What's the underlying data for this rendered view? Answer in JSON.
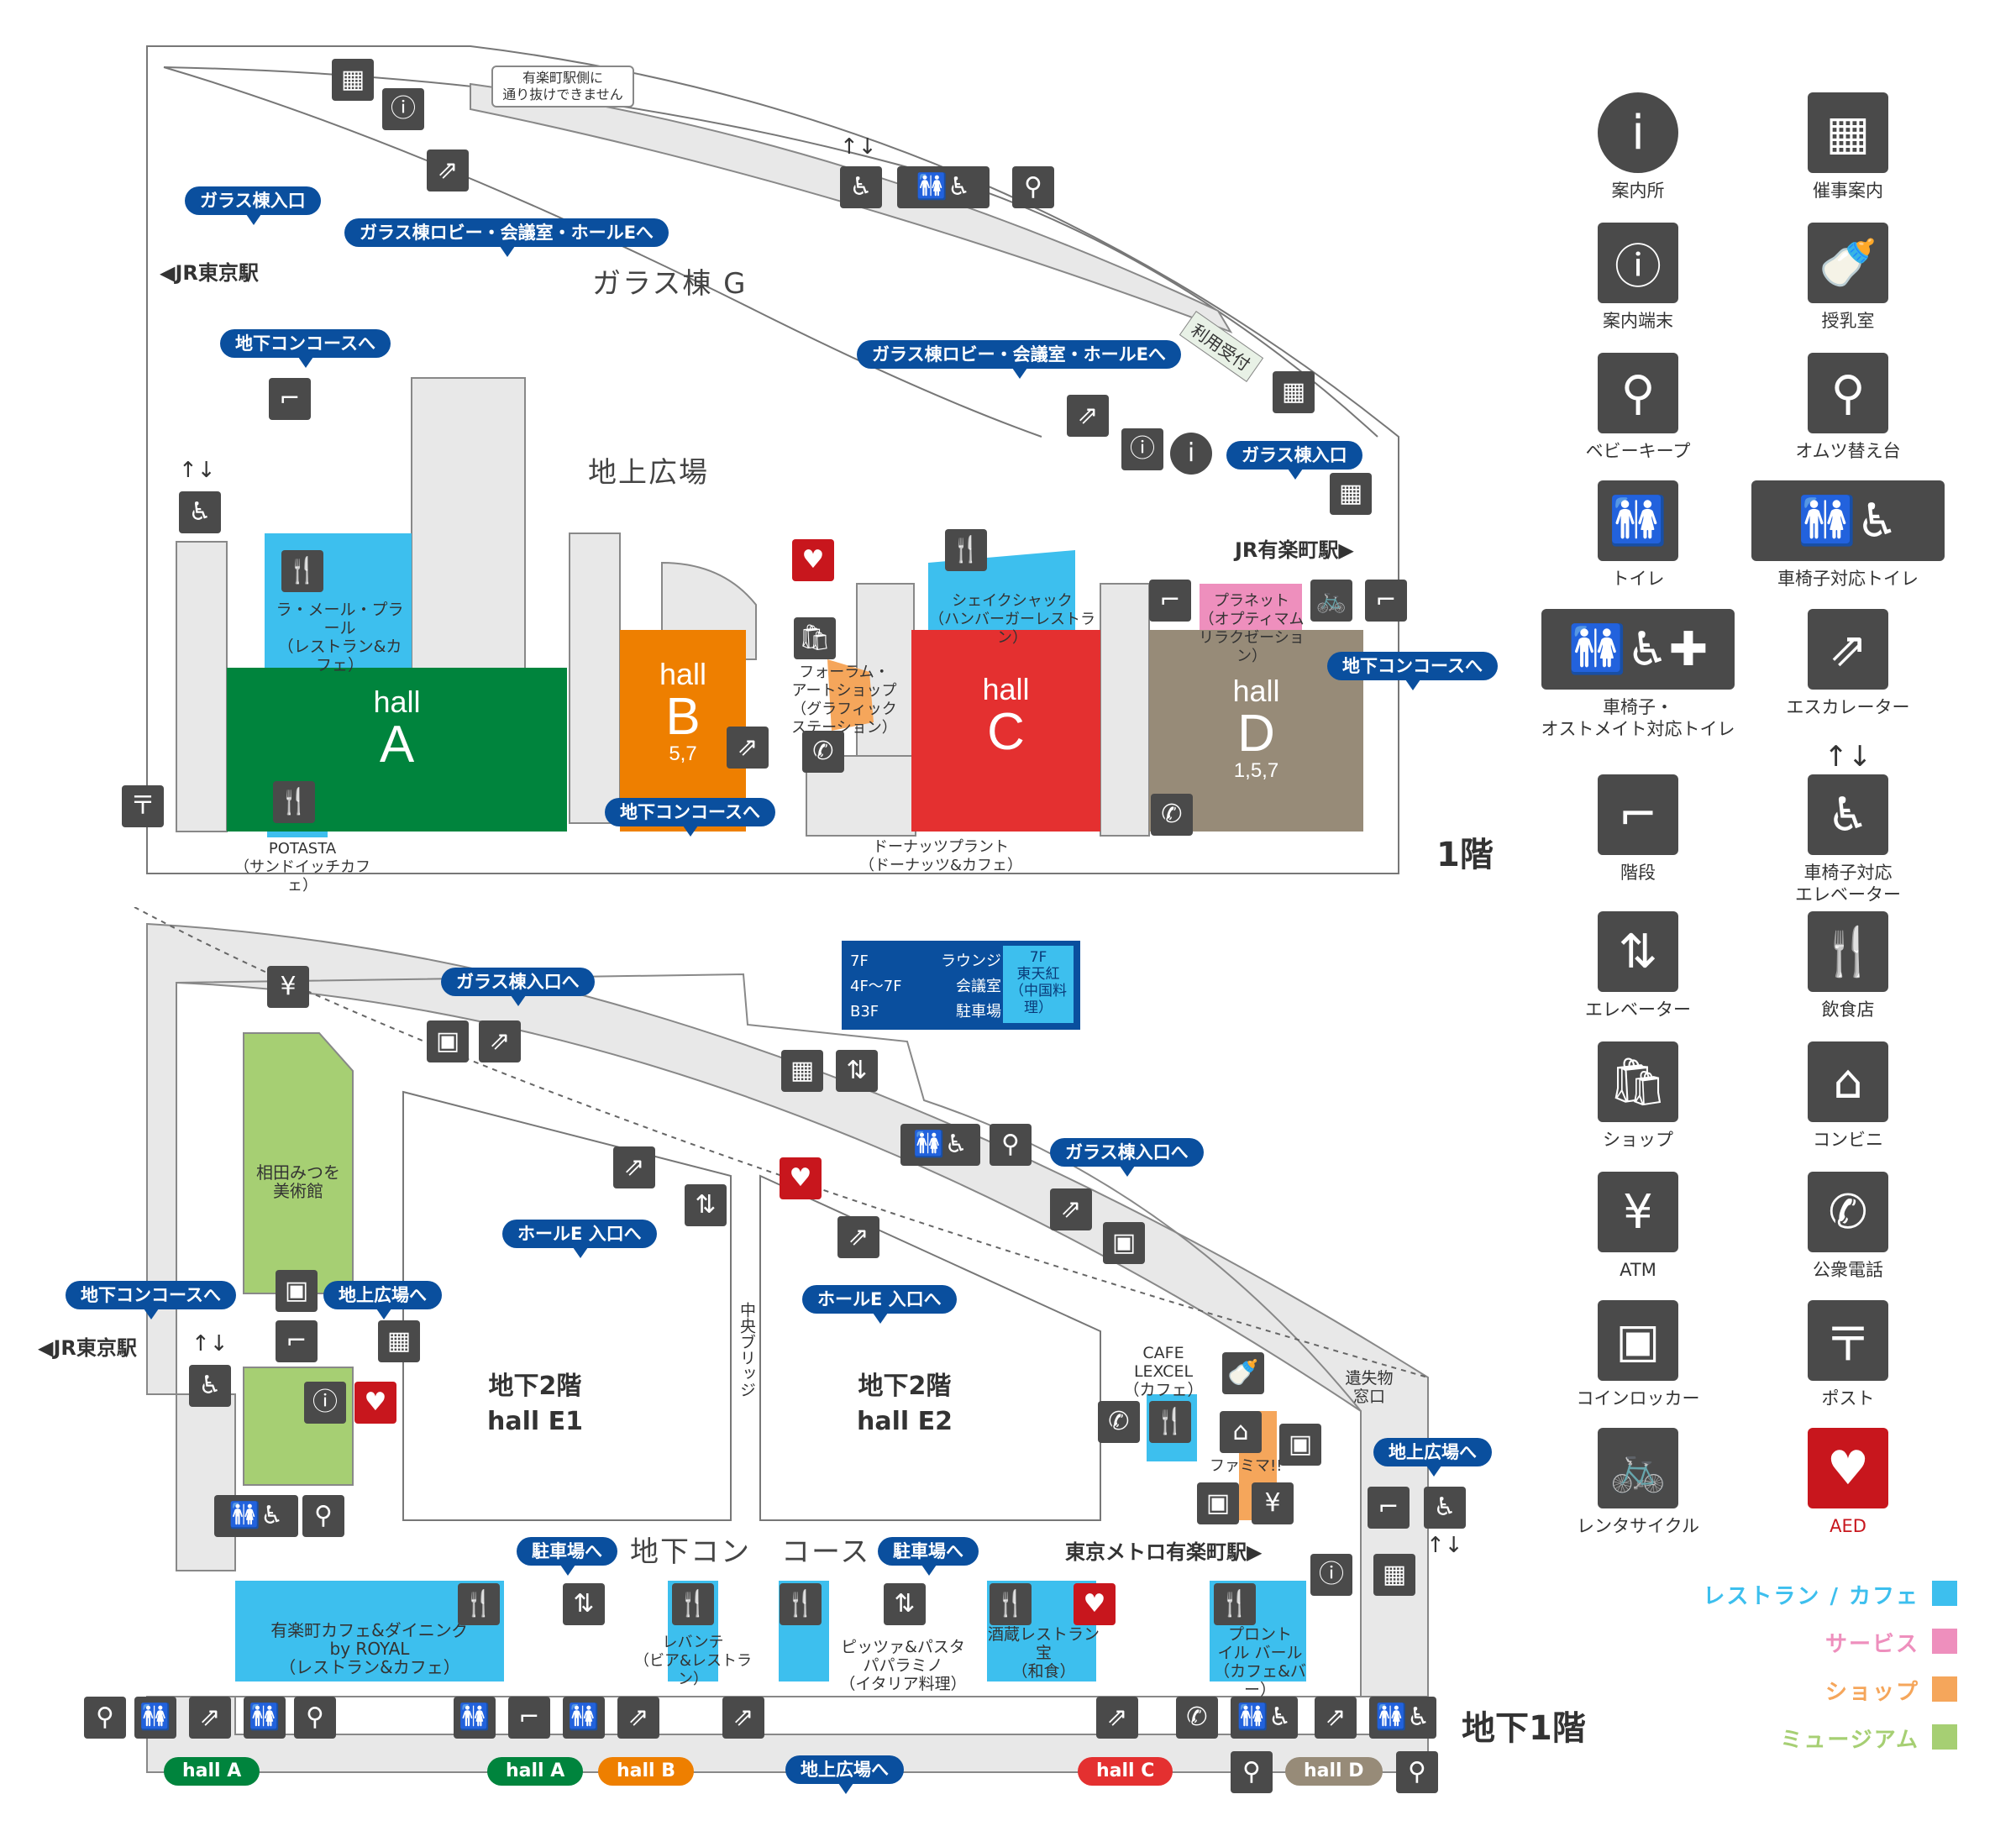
{
  "floor1": {
    "floor_label": "1階",
    "plaza": "地上広場",
    "glass_building": "ガラス棟 G",
    "jr_tokyo": "◀JR東京駅",
    "jr_yurakucho": "JR有楽町駅▶",
    "note_callout": "有楽町駅側に\n通り抜けできません",
    "reception_tag": "利用受付",
    "pills": {
      "glass_entrance_1": "ガラス棟入口",
      "glass_lobby_1": "ガラス棟ロビー・会議室・ホールEへ",
      "glass_lobby_2": "ガラス棟ロビー・会議室・ホールEへ",
      "glass_entrance_2": "ガラス棟入口",
      "underground_1": "地下コンコースへ",
      "underground_2": "地下コンコースへ",
      "underground_3": "地下コンコースへ"
    },
    "halls": {
      "a": {
        "name": "hall",
        "letter": "A",
        "color": "#00843d"
      },
      "b": {
        "name": "hall",
        "letter": "B",
        "floors": "5,7",
        "color": "#ee7f00"
      },
      "c": {
        "name": "hall",
        "letter": "C",
        "color": "#e43030"
      },
      "d": {
        "name": "hall",
        "letter": "D",
        "floors": "1,5,7",
        "color": "#978b78"
      }
    },
    "shops": {
      "la_mer": "ラ・メール・プラール\n（レストラン&カフェ）",
      "potasta": "POTASTA\n（サンドイッチカフェ）",
      "forum_art": "フォーラム・\nアートショップ\n（グラフィック\nステーション）",
      "shake_shack": "シェイクシャック\n（ハンバーガーレストラン）",
      "planet": "プラネット\n（オプティマム\nリラクゼーション）",
      "doughnut": "ドーナッツプラント\n（ドーナッツ&カフェ）"
    }
  },
  "b1": {
    "floor_label": "地下1階",
    "concourse": "地下コン　コース",
    "jr_tokyo": "◀JR東京駅",
    "metro": "東京メトロ有楽町駅▶",
    "hall_e1": "地下2階\nhall E1",
    "hall_e2": "地下2階\nhall E2",
    "bridge": "中央ブリッジ",
    "museum": "相田みつを\n美術館",
    "lost_found": "遺失物\n窓口",
    "floor_guide": {
      "rows": [
        {
          "floor": "7F",
          "name": "ラウンジ"
        },
        {
          "floor": "4F～7F",
          "name": "会議室"
        },
        {
          "floor": "B3F",
          "name": "駐車場"
        }
      ],
      "restaurant_floor": "7F",
      "restaurant": "東天紅\n（中国料理）"
    },
    "pills": {
      "glass_1": "ガラス棟入口へ",
      "glass_2": "ガラス棟入口へ",
      "hall_e_1": "ホールE 入口へ",
      "hall_e_2": "ホールE 入口へ",
      "underground": "地下コンコースへ",
      "ground_1": "地上広場へ",
      "ground_2": "地上広場へ",
      "ground_3": "地上広場へ",
      "parking_1": "駐車場へ",
      "parking_2": "駐車場へ"
    },
    "shops": {
      "cafe_lexcel": "CAFE\nLEXCEL\n（カフェ）",
      "famima": "ファミマ!!",
      "yurakucho_cafe": "有楽町カフェ&ダイニング\nby ROYAL\n（レストラン&カフェ）",
      "levante": "レバンテ\n（ビア&レストラン）",
      "pizza": "ピッツァ&パスタ\nパパラミノ\n（イタリア料理）",
      "sake": "酒蔵レストラン\n宝\n（和食）",
      "pronto": "プロント\nイル バール\n（カフェ&バー）"
    },
    "hall_pills": [
      {
        "label": "hall A",
        "color": "#00843d"
      },
      {
        "label": "hall A",
        "color": "#00843d"
      },
      {
        "label": "hall B",
        "color": "#ee7f00"
      },
      {
        "label": "hall C",
        "color": "#e43030"
      },
      {
        "label": "hall D",
        "color": "#978b78"
      }
    ]
  },
  "legend": {
    "items": [
      {
        "icon": "info-icon",
        "glyph": "i",
        "label": "案内所"
      },
      {
        "icon": "event-board-icon",
        "glyph": "▦",
        "label": "催事案内"
      },
      {
        "icon": "info-terminal-icon",
        "glyph": "ⓘ",
        "label": "案内端末"
      },
      {
        "icon": "nursing-room-icon",
        "glyph": "🍼",
        "label": "授乳室"
      },
      {
        "icon": "baby-keep-icon",
        "glyph": "⚲",
        "label": "ベビーキープ"
      },
      {
        "icon": "diaper-change-icon",
        "glyph": "⚲",
        "label": "オムツ替え台"
      },
      {
        "icon": "toilet-icon",
        "glyph": "🚻",
        "label": "トイレ"
      },
      {
        "icon": "wheelchair-toilet-icon",
        "glyph": "🚻♿",
        "label": "車椅子対応トイレ"
      },
      {
        "icon": "ostomate-toilet-icon",
        "glyph": "🚻♿✚",
        "label": "車椅子・\nオストメイト対応トイレ"
      },
      {
        "icon": "escalator-icon",
        "glyph": "⇗",
        "label": "エスカレーター"
      },
      {
        "icon": "stairs-icon",
        "glyph": "⌐",
        "label": "階段"
      },
      {
        "icon": "wheelchair-elevator-icon",
        "glyph": "♿",
        "label": "車椅子対応\nエレベーター",
        "arrows": "↑↓"
      },
      {
        "icon": "elevator-icon",
        "glyph": "⇅",
        "label": "エレベーター"
      },
      {
        "icon": "restaurant-icon",
        "glyph": "🍴",
        "label": "飲食店"
      },
      {
        "icon": "shop-icon",
        "glyph": "🛍",
        "label": "ショップ"
      },
      {
        "icon": "convenience-store-icon",
        "glyph": "⌂",
        "label": "コンビニ"
      },
      {
        "icon": "atm-icon",
        "glyph": "¥",
        "label": "ATM"
      },
      {
        "icon": "phone-icon",
        "glyph": "✆",
        "label": "公衆電話"
      },
      {
        "icon": "coin-locker-icon",
        "glyph": "▣",
        "label": "コインロッカー"
      },
      {
        "icon": "post-icon",
        "glyph": "〒",
        "label": "ポスト"
      },
      {
        "icon": "rental-cycle-icon",
        "glyph": "🚲",
        "label": "レンタサイクル"
      },
      {
        "icon": "aed-icon",
        "glyph": "♥",
        "label": "AED"
      }
    ],
    "categories": [
      {
        "label": "レストラン / カフェ",
        "color": "#3dbfee"
      },
      {
        "label": "サービス",
        "color": "#ee8fbd"
      },
      {
        "label": "ショップ",
        "color": "#f5a65b"
      },
      {
        "label": "ミュージアム",
        "color": "#a6cf73"
      }
    ]
  }
}
